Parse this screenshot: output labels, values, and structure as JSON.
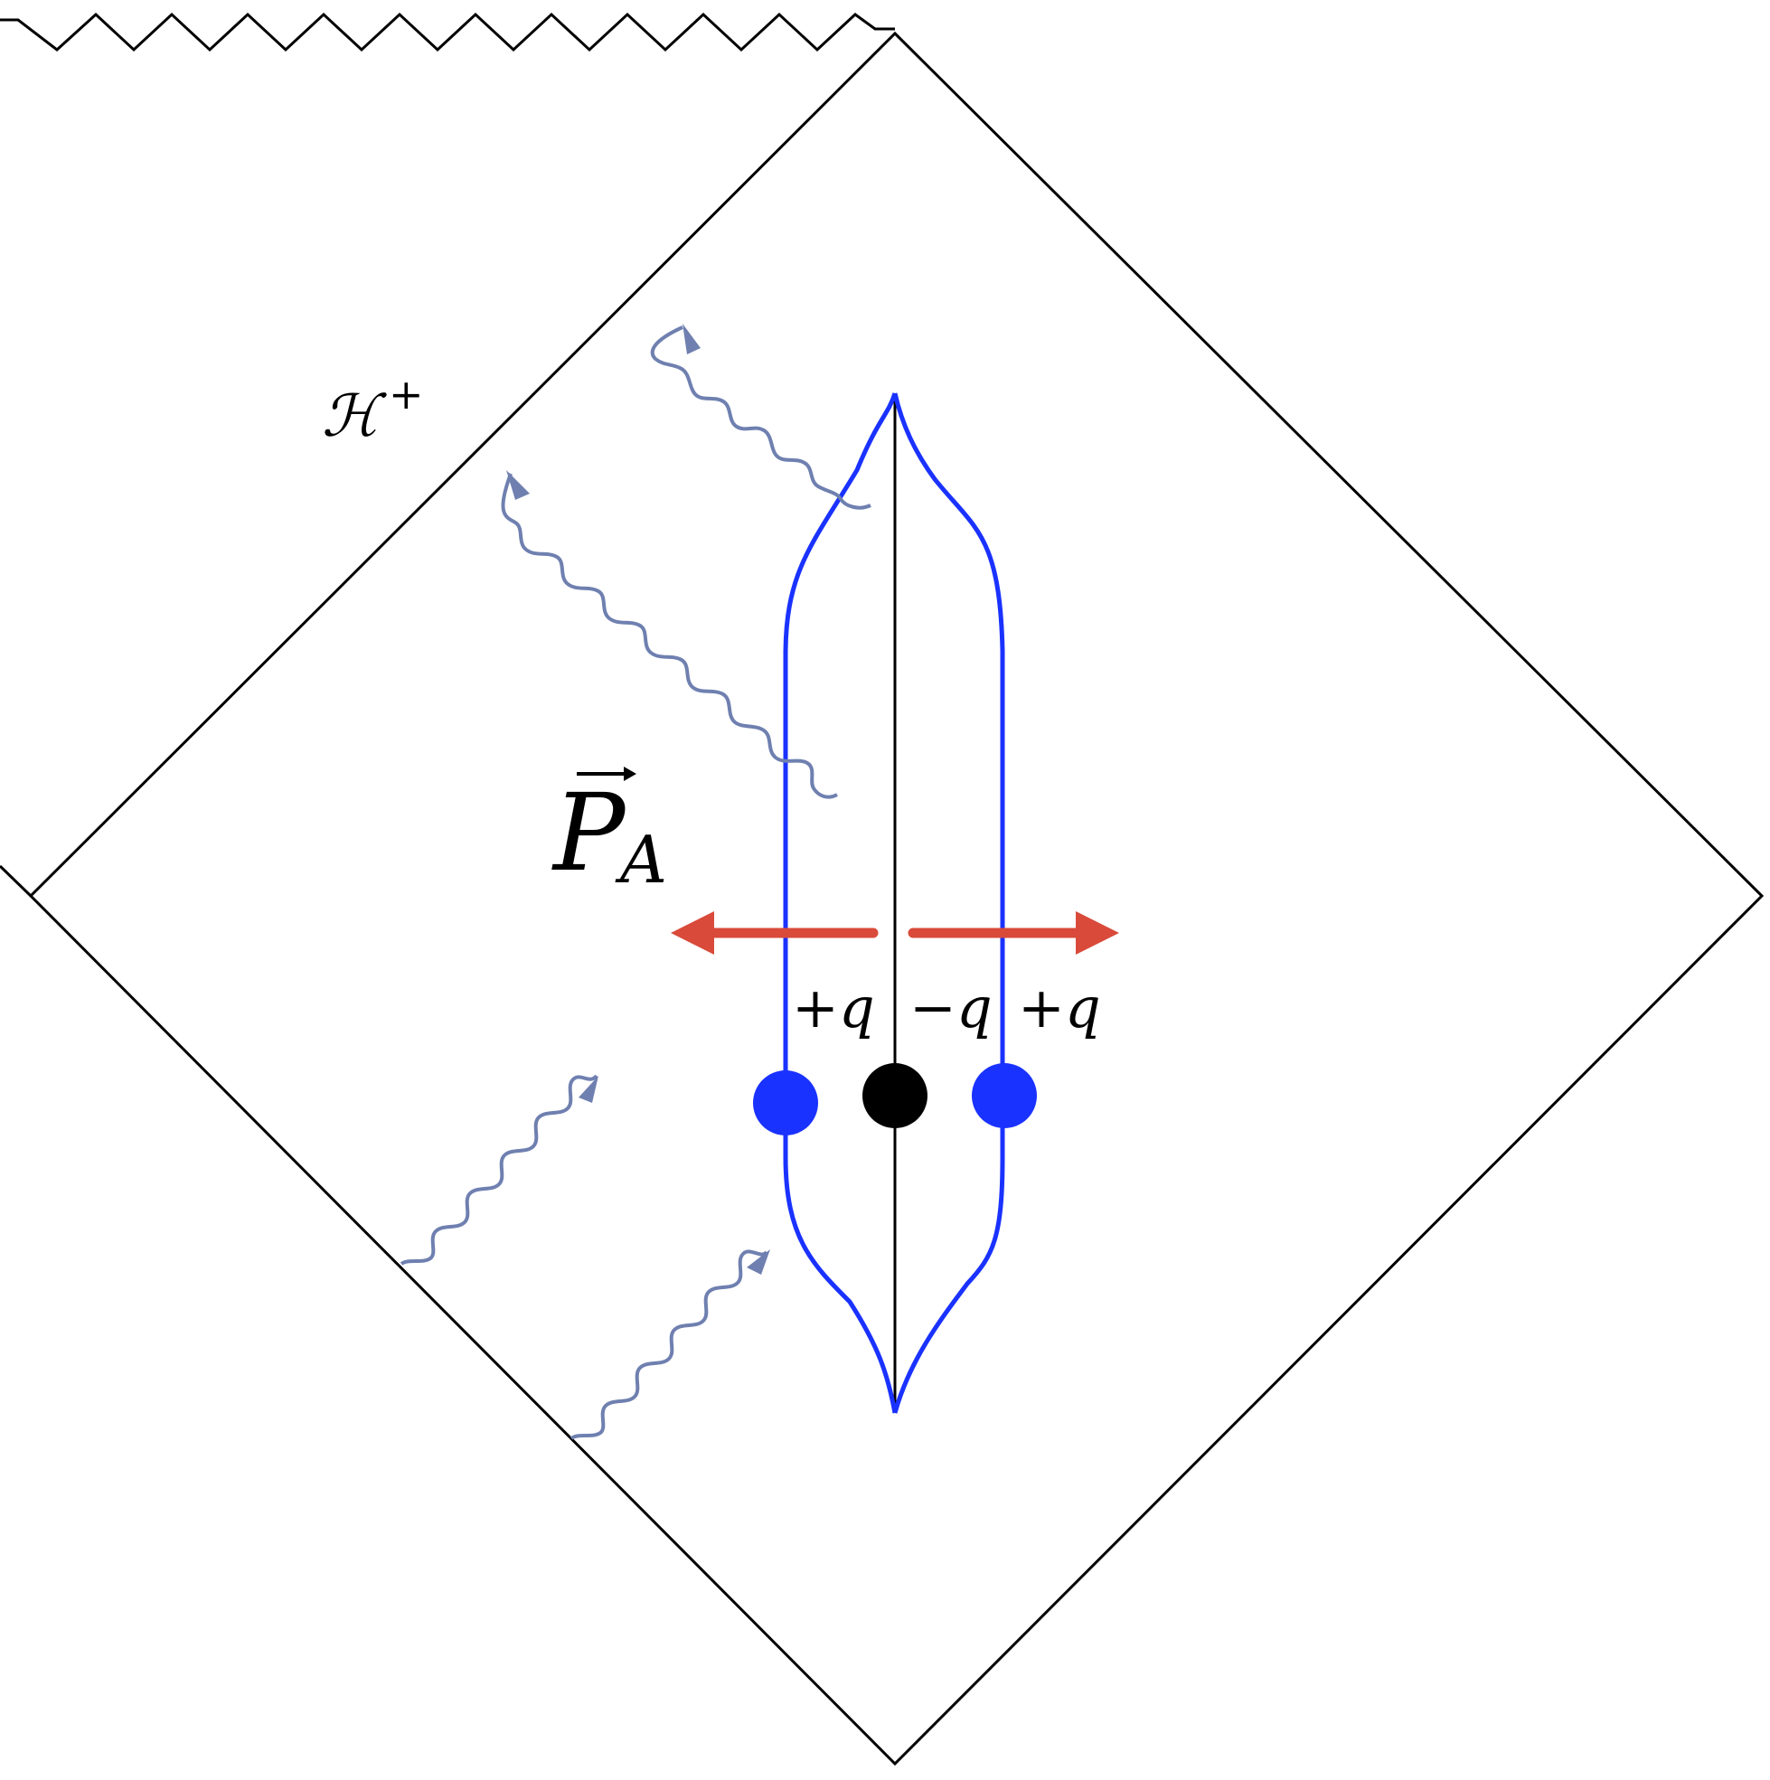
{
  "labels": {
    "horizon": "ℋ",
    "horizon_sup": "+",
    "momentum": "P",
    "momentum_sub": "A",
    "charge_left": "+q",
    "charge_center": "−q",
    "charge_right": "+q"
  },
  "colors": {
    "outline": "#000000",
    "brane": "#1a32ff",
    "particle_center": "#000000",
    "momentum_arrow": "#d94a3a",
    "radiation": "#6f80b0"
  }
}
